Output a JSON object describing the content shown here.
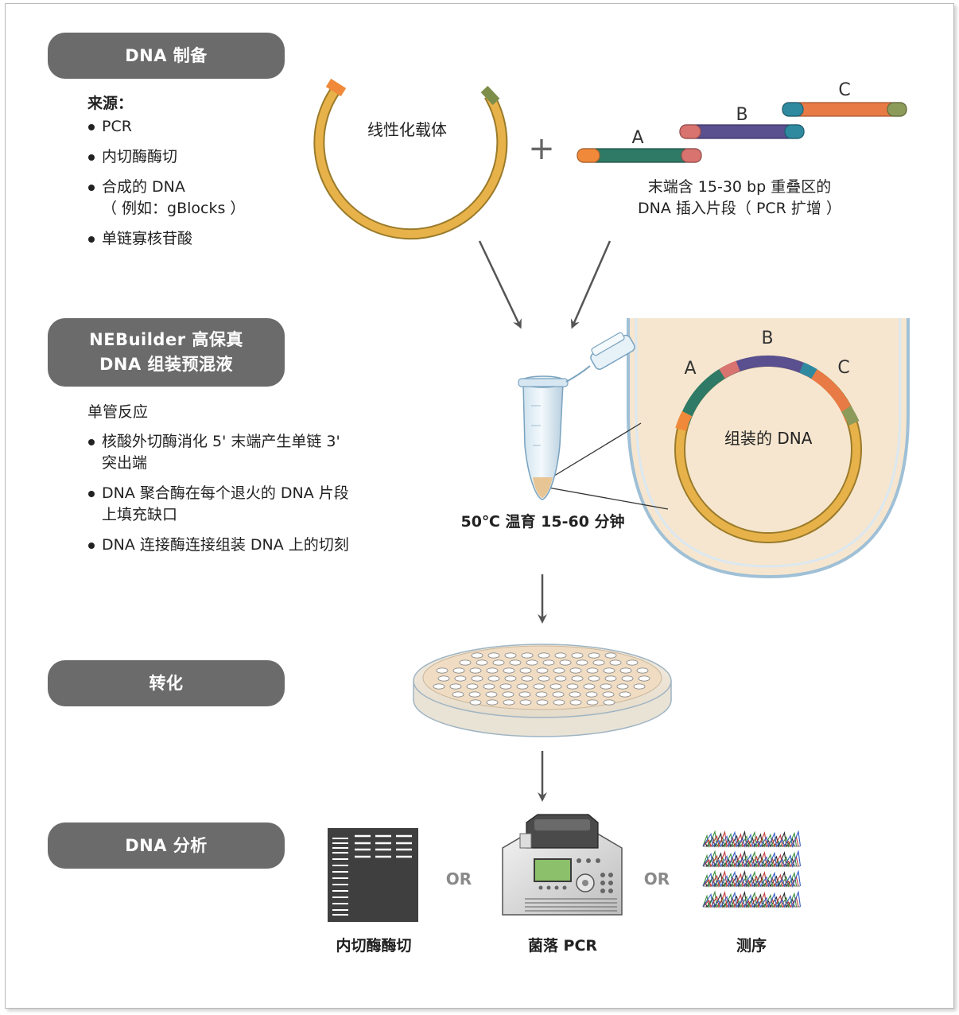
{
  "steps": {
    "prep": "DNA 制备",
    "assembly_line1": "NEBuilder 高保真",
    "assembly_line2": "DNA 组装预混液",
    "transform": "转化",
    "analysis": "DNA 分析"
  },
  "sources": {
    "title": "来源：",
    "items": [
      "PCR",
      "内切酶酶切",
      "合成的 DNA",
      "单链寡核苷酸"
    ],
    "synthetic_sub": "（ 例如：gBlocks ）"
  },
  "reaction": {
    "title": "单管反应",
    "item1_line1": "核酸外切酶消化 5' 末端产生单链 3'",
    "item1_line2": "突出端",
    "item2_line1": "DNA 聚合酶在每个退火的 DNA 片段",
    "item2_line2": "上填充缺口",
    "item3": "DNA 连接酶连接组装 DNA 上的切刻"
  },
  "diagram": {
    "vector_label": "线性化载体",
    "plus": "+",
    "fragment_a": "A",
    "fragment_b": "B",
    "fragment_c": "C",
    "insert_line1": "末端含 15-30 bp 重叠区的",
    "insert_line2": "DNA 插入片段（ PCR 扩增 ）",
    "assembled_label": "组装的 DNA",
    "incubation": "50℃ 温育 15-60 分钟"
  },
  "analysis": {
    "digest": "内切酶酶切",
    "colony_pcr": "菌落 PCR",
    "sequencing": "测序",
    "or1": "OR",
    "or2": "OR"
  },
  "colors": {
    "pill": "#6b6b6b",
    "vector": "#e8b24a",
    "fragment_a": "#2f7a66",
    "fragment_b": "#5a4f8f",
    "fragment_c": "#e87b45",
    "tube_bg": "#f6e6cf"
  }
}
